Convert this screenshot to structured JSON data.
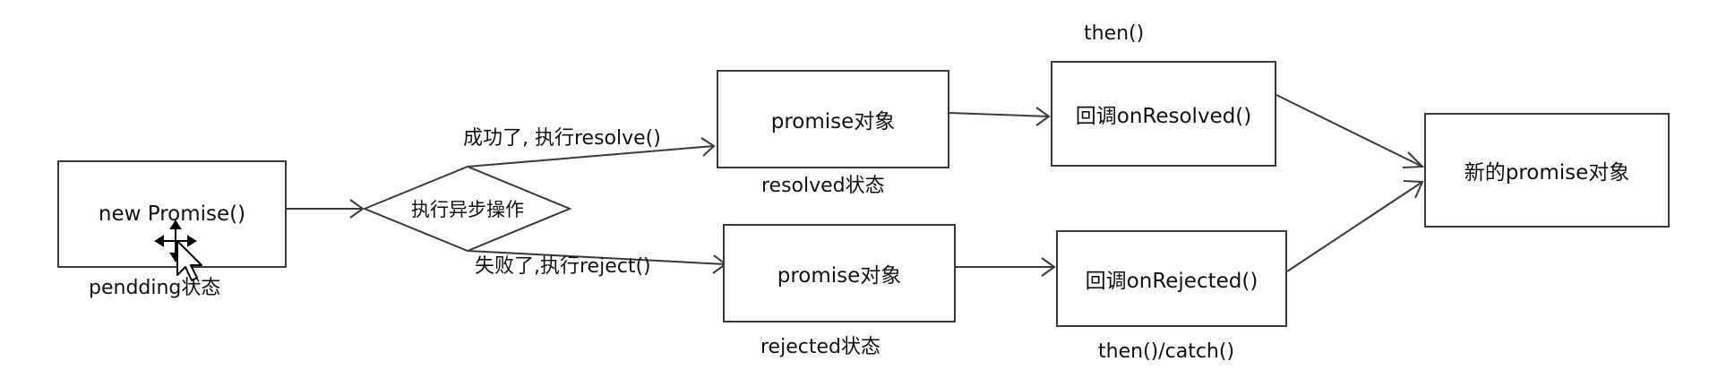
{
  "diagram": {
    "nodes": {
      "new_promise": "new Promise()",
      "async_op": "执行异步操作",
      "resolved_promise": "promise对象",
      "rejected_promise": "promise对象",
      "on_resolved": "回调onResolved()",
      "on_rejected": "回调onRejected()",
      "new_promise_obj": "新的promise对象"
    },
    "labels": {
      "pending_state": "pendding状态",
      "success_edge": "成功了, 执行resolve()",
      "fail_edge": "失败了,执行reject()",
      "resolved_state": "resolved状态",
      "rejected_state": "rejected状态",
      "then_label": "then()",
      "then_catch_label": "then()/catch()"
    },
    "edges": [
      {
        "from": "new Promise()",
        "to": "执行异步操作"
      },
      {
        "from": "执行异步操作",
        "to": "promise对象",
        "label": "成功了, 执行resolve()"
      },
      {
        "from": "执行异步操作",
        "to": "promise对象",
        "label": "失败了,执行reject()"
      },
      {
        "from": "promise对象",
        "to": "回调onResolved()"
      },
      {
        "from": "promise对象",
        "to": "回调onRejected()"
      },
      {
        "from": "回调onResolved()",
        "to": "新的promise对象"
      },
      {
        "from": "回调onRejected()",
        "to": "新的promise对象"
      }
    ]
  },
  "colors": {
    "line": "#3a3a3a",
    "background": "#ffffff",
    "text": "#111111"
  },
  "cursor_icon": "move-cursor-icon"
}
